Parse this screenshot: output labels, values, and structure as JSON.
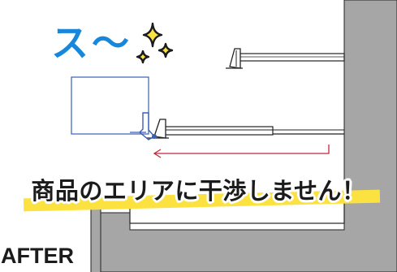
{
  "sound_effect": "ス〜",
  "caption": "商品のエリアに干渉しません！",
  "stage_label": "AFTER",
  "colors": {
    "wall_gray": "#a6a6a6",
    "line_dark": "#222222",
    "accent_blue": "#1687db",
    "product_box_blue": "#3a5fb5",
    "arrow_red": "#c0283a",
    "highlight_yellow": "#fbe240"
  },
  "icons": [
    "sparkle-icon",
    "left-arrow-icon"
  ]
}
